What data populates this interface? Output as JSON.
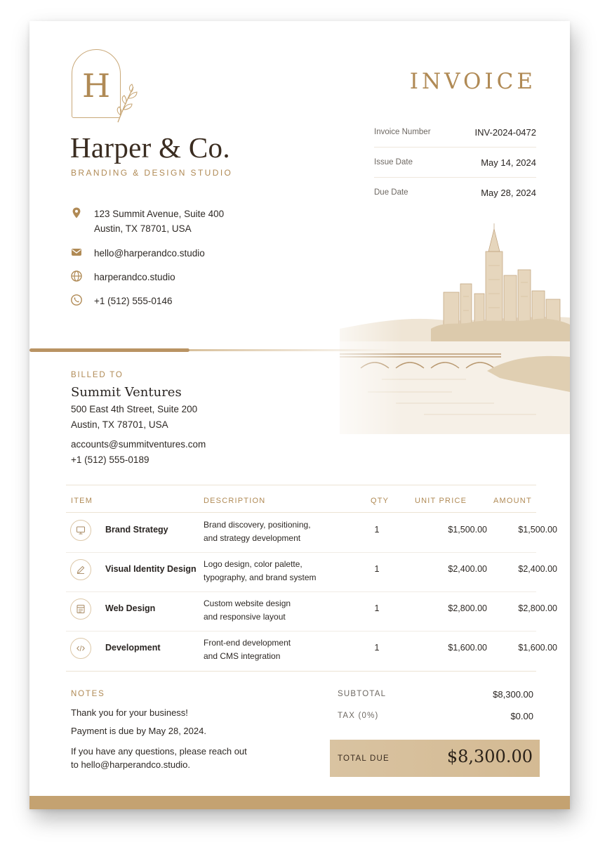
{
  "company": {
    "monogram": "H",
    "name": "Harper & Co.",
    "tagline": "BRANDING & DESIGN STUDIO",
    "address_line1": "123 Summit Avenue, Suite 400",
    "address_line2": "Austin, TX 78701, USA",
    "email": "hello@harperandco.studio",
    "website": "harperandco.studio",
    "phone": "+1 (512) 555-0146"
  },
  "invoice": {
    "title": "INVOICE",
    "meta": [
      {
        "label": "Invoice Number",
        "value": "INV-2024-0472"
      },
      {
        "label": "Issue Date",
        "value": "May 14, 2024"
      },
      {
        "label": "Due Date",
        "value": "May 28, 2024"
      }
    ]
  },
  "billed_to": {
    "label": "BILLED TO",
    "name": "Summit Ventures",
    "address_line1": "500 East 4th Street, Suite 200",
    "address_line2": "Austin, TX 78701, USA",
    "email": "accounts@summitventures.com",
    "phone": "+1 (512) 555-0189"
  },
  "table": {
    "headers": {
      "item": "ITEM",
      "description": "DESCRIPTION",
      "qty": "QTY",
      "unit_price": "UNIT PRICE",
      "amount": "AMOUNT"
    },
    "rows": [
      {
        "icon": "monitor-icon",
        "item": "Brand Strategy",
        "desc1": "Brand discovery, positioning,",
        "desc2": "and strategy development",
        "qty": "1",
        "unit_price": "$1,500.00",
        "amount": "$1,500.00"
      },
      {
        "icon": "pen-icon",
        "item": "Visual Identity Design",
        "desc1": "Logo design, color palette,",
        "desc2": "typography, and brand system",
        "qty": "1",
        "unit_price": "$2,400.00",
        "amount": "$2,400.00"
      },
      {
        "icon": "layout-icon",
        "item": "Web Design",
        "desc1": "Custom website design",
        "desc2": "and responsive layout",
        "qty": "1",
        "unit_price": "$2,800.00",
        "amount": "$2,800.00"
      },
      {
        "icon": "code-icon",
        "item": "Development",
        "desc1": "Front-end development",
        "desc2": "and CMS integration",
        "qty": "1",
        "unit_price": "$1,600.00",
        "amount": "$1,600.00"
      }
    ]
  },
  "notes": {
    "label": "NOTES",
    "line1": "Thank you for your business!",
    "line2": "Payment is due by May 28, 2024.",
    "line3": "If you have any questions, please reach out",
    "line4": "to hello@harperandco.studio."
  },
  "totals": {
    "subtotal_label": "SUBTOTAL",
    "subtotal_value": "$8,300.00",
    "tax_label": "TAX  (0%)",
    "tax_value": "$0.00",
    "total_label": "TOTAL DUE",
    "total_value": "$8,300.00"
  },
  "colors": {
    "gold": "#b08a55",
    "dark_brown": "#3a2c20",
    "total_box": "#d8c09c",
    "footer_bar": "#c4a271"
  }
}
